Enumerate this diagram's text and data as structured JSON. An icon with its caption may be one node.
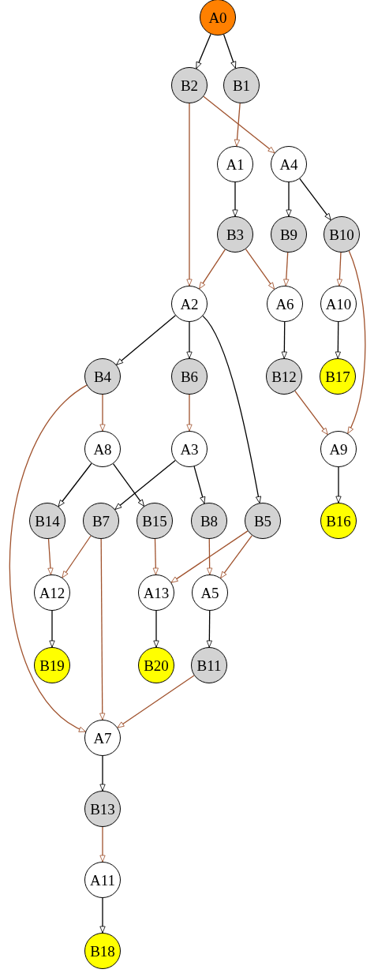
{
  "diagram": {
    "nodes": [
      {
        "text": [
          "A0"
        ]
      },
      {
        "text": [
          "B2"
        ]
      },
      {
        "text": [
          "B1"
        ]
      },
      {
        "text": [
          "A1"
        ]
      },
      {
        "text": [
          "A4"
        ]
      },
      {
        "text": [
          "B3"
        ]
      },
      {
        "text": [
          "B9"
        ]
      },
      {
        "text": [
          "B10"
        ]
      },
      {
        "text": [
          "A2"
        ]
      },
      {
        "text": [
          "A6"
        ]
      },
      {
        "text": [
          "A10"
        ]
      },
      {
        "text": [
          "B4"
        ]
      },
      {
        "text": [
          "B6"
        ]
      },
      {
        "text": [
          "B12"
        ]
      },
      {
        "text": [
          "B17"
        ]
      },
      {
        "text": [
          "A8"
        ]
      },
      {
        "text": [
          "A3"
        ]
      },
      {
        "text": [
          "A9"
        ]
      },
      {
        "text": [
          "B14"
        ]
      },
      {
        "text": [
          "B7"
        ]
      },
      {
        "text": [
          "B15"
        ]
      },
      {
        "text": [
          "B8"
        ]
      },
      {
        "text": [
          "B5"
        ]
      },
      {
        "text": [
          "B16"
        ]
      },
      {
        "text": [
          "A12"
        ]
      },
      {
        "text": [
          "A13"
        ]
      },
      {
        "text": [
          "A5"
        ]
      },
      {
        "text": [
          "B19"
        ]
      },
      {
        "text": [
          "B20"
        ]
      },
      {
        "text": [
          "B11"
        ]
      },
      {
        "text": [
          "A7"
        ]
      },
      {
        "text": [
          "B13"
        ]
      },
      {
        "text": [
          "A11"
        ]
      },
      {
        "text": [
          "B18"
        ]
      }
    ],
    "edges": [
      {
        "from": 0,
        "to": 1,
        "arrow": "to",
        "color": "#000000"
      },
      {
        "from": 0,
        "to": 2,
        "arrow": "to",
        "color": "#000000"
      },
      {
        "from": 1,
        "to": 4,
        "arrow": "to"
      },
      {
        "from": 1,
        "to": 8,
        "arrow": "to"
      },
      {
        "from": 2,
        "to": 3,
        "arrow": "to"
      },
      {
        "from": 3,
        "to": 5,
        "arrow": "to",
        "color": "#000000"
      },
      {
        "from": 4,
        "to": 6,
        "arrow": "to",
        "color": "#000000"
      },
      {
        "from": 4,
        "to": 7,
        "arrow": "to",
        "color": "#000000"
      },
      {
        "from": 5,
        "to": 8,
        "arrow": "to"
      },
      {
        "from": 5,
        "to": 9,
        "arrow": "to"
      },
      {
        "from": 6,
        "to": 9,
        "arrow": "to"
      },
      {
        "from": 7,
        "to": 10,
        "arrow": "to"
      },
      {
        "from": 7,
        "to": 17,
        "arrow": "to"
      },
      {
        "from": 8,
        "to": 11,
        "arrow": "to",
        "color": "#000000"
      },
      {
        "from": 8,
        "to": 12,
        "arrow": "to",
        "color": "#000000"
      },
      {
        "from": 8,
        "to": 22,
        "arrow": "to",
        "color": "#000000"
      },
      {
        "from": 9,
        "to": 13,
        "arrow": "to",
        "color": "#000000"
      },
      {
        "from": 10,
        "to": 14,
        "arrow": "to",
        "color": "#000000"
      },
      {
        "from": 11,
        "to": 15,
        "arrow": "to"
      },
      {
        "from": 11,
        "to": 30,
        "arrow": "to"
      },
      {
        "from": 12,
        "to": 16,
        "arrow": "to"
      },
      {
        "from": 13,
        "to": 17,
        "arrow": "to"
      },
      {
        "from": 15,
        "to": 18,
        "arrow": "to",
        "color": "#000000"
      },
      {
        "from": 15,
        "to": 20,
        "arrow": "to",
        "color": "#000000"
      },
      {
        "from": 16,
        "to": 19,
        "arrow": "to",
        "color": "#000000"
      },
      {
        "from": 16,
        "to": 21,
        "arrow": "to",
        "color": "#000000"
      },
      {
        "from": 17,
        "to": 23,
        "arrow": "to",
        "color": "#000000"
      },
      {
        "from": 18,
        "to": 24,
        "arrow": "to"
      },
      {
        "from": 19,
        "to": 24,
        "arrow": "to"
      },
      {
        "from": 19,
        "to": 30,
        "arrow": "to"
      },
      {
        "from": 20,
        "to": 25,
        "arrow": "to"
      },
      {
        "from": 21,
        "to": 26,
        "arrow": "to"
      },
      {
        "from": 22,
        "to": 25,
        "arrow": "to"
      },
      {
        "from": 22,
        "to": 26,
        "arrow": "to"
      },
      {
        "from": 24,
        "to": 27,
        "arrow": "to",
        "color": "#000000"
      },
      {
        "from": 25,
        "to": 28,
        "arrow": "to",
        "color": "#000000"
      },
      {
        "from": 26,
        "to": 29,
        "arrow": "to",
        "color": "#000000"
      },
      {
        "from": 29,
        "to": 30,
        "arrow": "to"
      },
      {
        "from": 30,
        "to": 31,
        "arrow": "to",
        "color": "#000000"
      },
      {
        "from": 31,
        "to": 32,
        "arrow": "to"
      },
      {
        "from": 32,
        "to": 33,
        "arrow": "to",
        "color": "#000000"
      }
    ]
  }
}
